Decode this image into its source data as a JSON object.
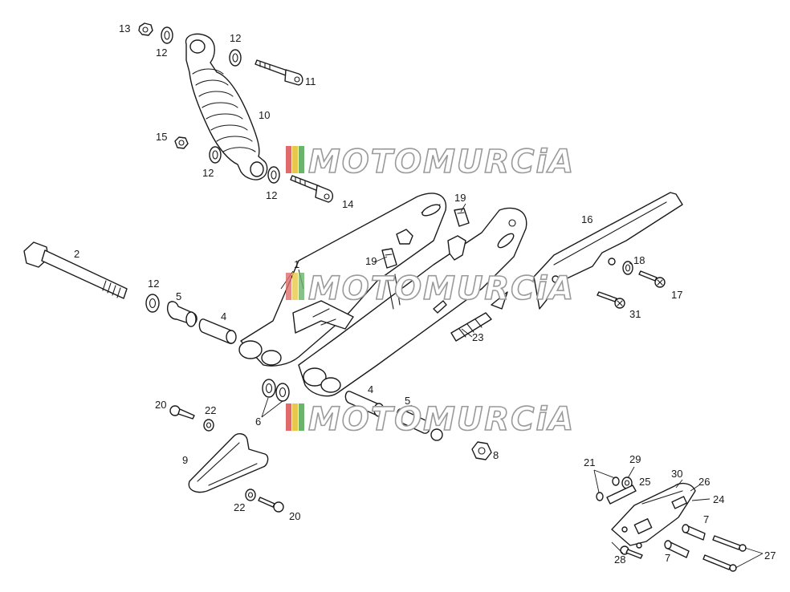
{
  "watermark": {
    "text": "MOTOMURCiA",
    "stripe_colors": [
      "#e06b6b",
      "#e8c84a",
      "#6cb36c"
    ]
  },
  "callouts": {
    "c1": "1",
    "c2": "2",
    "c4a": "4",
    "c4b": "4",
    "c5a": "5",
    "c5b": "5",
    "c6": "6",
    "c7a": "7",
    "c7b": "7",
    "c8": "8",
    "c9": "9",
    "c10": "10",
    "c11": "11",
    "c12a": "12",
    "c12b": "12",
    "c12c": "12",
    "c12d": "12",
    "c12e": "12",
    "c13": "13",
    "c14": "14",
    "c15": "15",
    "c16": "16",
    "c17": "17",
    "c18": "18",
    "c19a": "19",
    "c19b": "19",
    "c20a": "20",
    "c20b": "20",
    "c21": "21",
    "c22a": "22",
    "c22b": "22",
    "c23": "23",
    "c24": "24",
    "c25": "25",
    "c26": "26",
    "c27": "27",
    "c28": "28",
    "c29": "29",
    "c30": "30",
    "c31": "31"
  }
}
